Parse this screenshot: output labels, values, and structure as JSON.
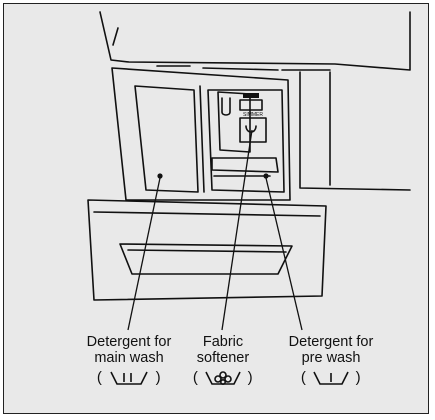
{
  "labels": {
    "main_wash": {
      "line1": "Detergent for",
      "line2": "main wash",
      "symbol_open": "(",
      "symbol_close": ")",
      "symbol_icon": "main-wash-icon"
    },
    "softener": {
      "line1": "Fabric",
      "line2": "softener",
      "symbol_open": "(",
      "symbol_close": ")",
      "symbol_icon": "softener-flower-icon"
    },
    "pre_wash": {
      "line1": "Detergent for",
      "line2": "pre wash",
      "symbol_open": "(",
      "symbol_close": ")",
      "symbol_icon": "pre-wash-icon"
    },
    "cap_text": "SIMMER"
  },
  "colors": {
    "background": "#e9e9e9",
    "line": "#111111"
  }
}
